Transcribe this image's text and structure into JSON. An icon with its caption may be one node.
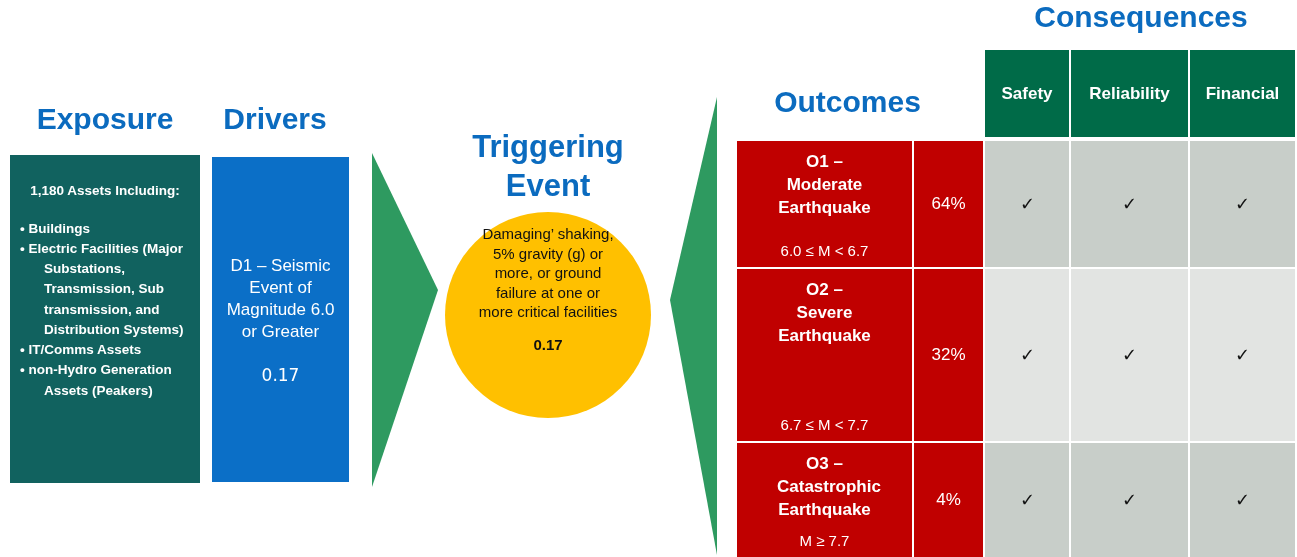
{
  "diagram": {
    "nodes": [
      {
        "text": [
          "Exposure",
          "1,180 Assets Including:",
          "• Buildings",
          "• Electric Facilities (Major Substations, Transmission, Sub transmission, and Distribution Systems)",
          "• IT/Comms Assets",
          "• non-Hydro Generation Assets (Peakers)"
        ]
      },
      {
        "text": [
          "Drivers",
          "D1 – Seismic Event of Magnitude 6.0 or Greater",
          "0.17"
        ]
      },
      {
        "text": [],
        "shape": "triangle"
      },
      {
        "text": [
          "Triggering Event",
          "Damaging’ shaking, 5% gravity (g) or more, or ground failure at one or more critical facilities",
          "0.17"
        ]
      },
      {
        "text": [],
        "shape": "triangle"
      }
    ],
    "labels": [
      "Consequences",
      "Outcomes",
      "Safety",
      "Reliability",
      "Financial",
      "O1 – Moderate Earthquake",
      "6.0 ≤ M < 6.7",
      "64%",
      "✓",
      "✓",
      "✓",
      "O2 – Severe Earthquake",
      "6.7 ≤ M < 7.7",
      "32%",
      "✓",
      "✓",
      "✓",
      "O3 – Catastrophic Earthquake",
      "M ≥ 7.7",
      "4%",
      "✓",
      "✓",
      "✓"
    ]
  }
}
